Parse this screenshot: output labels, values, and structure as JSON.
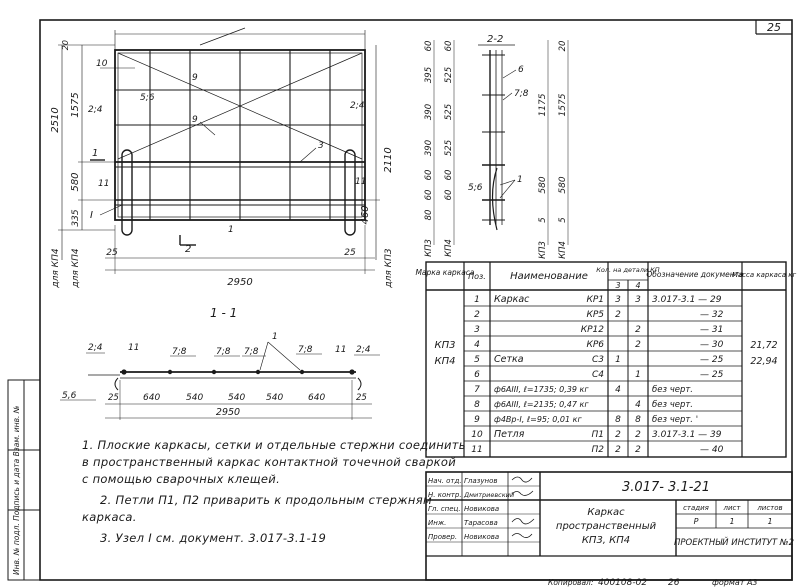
{
  "sheet_number": "25",
  "front_view": {
    "overall_height": "2510",
    "upper_height": "1575",
    "middle_height": "580",
    "lower_height": "335",
    "right_height": "2110",
    "right_low": "460",
    "width": "2950",
    "left_margin": "25",
    "right_margin": "25",
    "top_margin": "20",
    "section_mark": "1",
    "section_mark_2": "2",
    "labels": [
      "10",
      "9",
      "9",
      "3",
      "5;6",
      "2;4",
      "2;4",
      "11",
      "11",
      "I",
      "1"
    ],
    "brand_left": [
      "для КП4",
      "для КП4"
    ],
    "brand_right": "для КП3"
  },
  "side_view": {
    "title": "2-2",
    "left_dims": [
      "60",
      "395",
      "390",
      "390",
      "60",
      "60",
      "80"
    ],
    "mid_dims": [
      "60",
      "525",
      "525",
      "525",
      "60",
      "60"
    ],
    "right_dims": [
      "1175",
      "1575",
      "580",
      "580",
      "5",
      "5",
      "20"
    ],
    "labels": [
      "6",
      "7;8",
      "5;6",
      "1"
    ],
    "brands": [
      "КП3",
      "КП4",
      "КП3",
      "КП4"
    ]
  },
  "section_view": {
    "title": "1 - 1",
    "left_labels": [
      "2;4",
      "5,6"
    ],
    "top_labels": [
      "11",
      "7;8",
      "7;8",
      "7;8",
      "1",
      "7;8",
      "2;4",
      "11"
    ],
    "dims": [
      "25",
      "640",
      "540",
      "540",
      "540",
      "640",
      "25"
    ],
    "total": "2950"
  },
  "spec_table": {
    "headers": {
      "brand": "Марка каркаса",
      "pos": "Поз.",
      "name": "Наименование",
      "qty": "Кол. на детали КП",
      "qty3": "3",
      "qty4": "4",
      "doc": "Обозначение документа",
      "mass": "Масса каркаса кг"
    },
    "brand_values": [
      "КП3",
      "КП4"
    ],
    "mass_values": [
      "21,72",
      "22,94"
    ],
    "rows": [
      {
        "pos": "1",
        "name": "Каркас",
        "code": "КР1",
        "q3": "3",
        "q4": "3",
        "doc": "3.017-3.1 — 29"
      },
      {
        "pos": "2",
        "name": "",
        "code": "КР5",
        "q3": "2",
        "q4": "",
        "doc": "— 32"
      },
      {
        "pos": "3",
        "name": "",
        "code": "КР12",
        "q3": "",
        "q4": "2",
        "doc": "— 31"
      },
      {
        "pos": "4",
        "name": "",
        "code": "КР6",
        "q3": "",
        "q4": "2",
        "doc": "— 30"
      },
      {
        "pos": "5",
        "name": "Сетка",
        "code": "С3",
        "q3": "1",
        "q4": "",
        "doc": "— 25"
      },
      {
        "pos": "6",
        "name": "",
        "code": "С4",
        "q3": "",
        "q4": "1",
        "doc": "— 25"
      },
      {
        "pos": "7",
        "name": "ф6АIII, ℓ=1735; 0,39 кг",
        "code": "",
        "q3": "4",
        "q4": "",
        "doc": "без черт."
      },
      {
        "pos": "8",
        "name": "ф6АIII, ℓ=2135; 0,47 кг",
        "code": "",
        "q3": "",
        "q4": "4",
        "doc": "без черт."
      },
      {
        "pos": "9",
        "name": "ф4Вр-I, ℓ=95; 0,01 кг",
        "code": "",
        "q3": "8",
        "q4": "8",
        "doc": "без черт. '"
      },
      {
        "pos": "10",
        "name": "Петля",
        "code": "П1",
        "q3": "2",
        "q4": "2",
        "doc": "3.017-3.1 — 39"
      },
      {
        "pos": "11",
        "name": "",
        "code": "П2",
        "q3": "2",
        "q4": "2",
        "doc": "— 40"
      }
    ]
  },
  "notes": [
    "1. Плоские каркасы, сетки и отдельные стержни соединить",
    "в пространственный каркас контактной точечной сваркой",
    "с помощью сварочных клещей.",
    "2. Петли П1, П2 приварить к продольным стержням",
    "каркаса.",
    "3. Узел I см. документ. 3.017-3.1-19"
  ],
  "title_block": {
    "doc_code": "3.017- 3.1-21",
    "title_lines": [
      "Каркас",
      "пространственный",
      "КП3, КП4"
    ],
    "stage_label": "стадия",
    "sheet_label": "лист",
    "sheets_label": "листов",
    "stage_value": "Р",
    "sheet_value": "1",
    "sheets_value": "1",
    "org": "ПРОЕКТНЫЙ ИНСТИТУТ №2",
    "people": [
      {
        "role": "Нач. отд.",
        "name": "Глазунов"
      },
      {
        "role": "Н. контр.",
        "name": "Дмитриевский"
      },
      {
        "role": "Гл. спец.",
        "name": "Новикова"
      },
      {
        "role": "Инж.",
        "name": "Тарасова"
      },
      {
        "role": "Провер.",
        "name": "Новикова"
      }
    ],
    "copied_label": "Копировал:",
    "copy_code": "400108-02",
    "copy_sheet": "26",
    "format": "формат А3"
  },
  "side_stamp": "Инв. № подл.   Подпись и дата   Взам. инв. №"
}
